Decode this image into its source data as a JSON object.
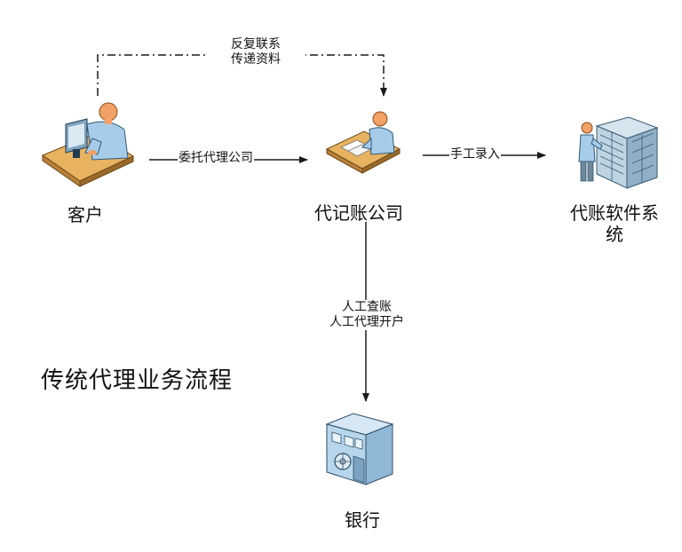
{
  "title": "传统代理业务流程",
  "nodes": {
    "customer": {
      "label": "客户",
      "icon": "person-at-computer-icon"
    },
    "agency": {
      "label": "代记账公司",
      "icon": "person-at-desk-icon"
    },
    "software": {
      "label_line1": "代账软件系",
      "label_line2": "统",
      "icon": "person-with-server-icon"
    },
    "bank": {
      "label": "银行",
      "icon": "bank-building-icon"
    }
  },
  "edges": {
    "feedback": {
      "line1": "反复联系",
      "line2": "传递资料"
    },
    "entrust": {
      "label": "委托代理公司"
    },
    "manual_entry": {
      "label": "手工录入"
    },
    "bank_ops": {
      "line1": "人工查账",
      "line2": "人工代理开户"
    }
  },
  "colors": {
    "skin": "#f2a266",
    "shirt": "#a6cce9",
    "desk": "#e8b360",
    "desk_dark": "#9b6a2a",
    "server": "#bfd4e2",
    "building": "#b7d6ec",
    "line": "#1a1a1a"
  }
}
